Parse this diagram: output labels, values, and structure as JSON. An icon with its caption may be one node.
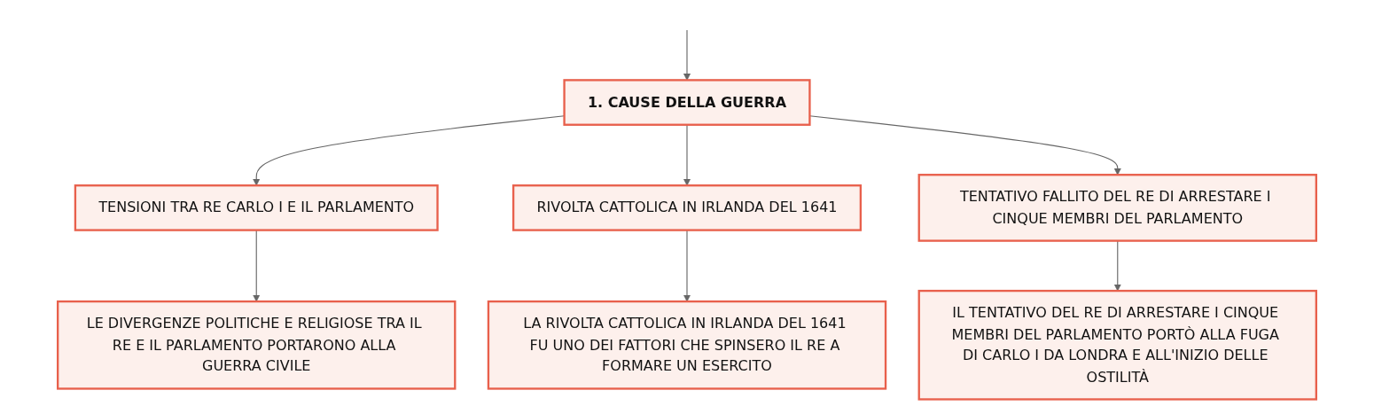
{
  "diagram": {
    "nodes": [
      {
        "text": [
          "1. CAUSE DELLA GUERRA"
        ]
      },
      {
        "text": [
          "TENSIONI TRA RE CARLO I E IL PARLAMENTO"
        ]
      },
      {
        "text": [
          "RIVOLTA CATTOLICA IN IRLANDA DEL 1641"
        ]
      },
      {
        "text": [
          "TENTATIVO FALLITO DEL RE DI ARRESTARE I CINQUE MEMBRI DEL PARLAMENTO"
        ]
      },
      {
        "text": [
          "LE DIVERGENZE POLITICHE E RELIGIOSE TRA IL RE E IL PARLAMENTO PORTARONO ALLA GUERRA CIVILE"
        ]
      },
      {
        "text": [
          "LA RIVOLTA CATTOLICA IN IRLANDA DEL 1641 FU UNO DEI FATTORI CHE SPINSERO IL RE A FORMARE UN ESERCITO"
        ]
      },
      {
        "text": [
          "IL TENTATIVO DEL RE DI ARRESTARE I CINQUE MEMBRI DEL PARLAMENTO PORTÒ ALLA FUGA DI CARLO I DA LONDRA E ALL'INIZIO DELLE OSTILITÀ"
        ]
      }
    ],
    "edges": [
      {
        "from": null,
        "to": 0,
        "arrow": "to"
      },
      {
        "from": 0,
        "to": 1,
        "arrow": "to"
      },
      {
        "from": 0,
        "to": 2,
        "arrow": "to"
      },
      {
        "from": 0,
        "to": 3,
        "arrow": "to"
      },
      {
        "from": 1,
        "to": 4,
        "arrow": "to"
      },
      {
        "from": 2,
        "to": 5,
        "arrow": "to"
      },
      {
        "from": 3,
        "to": 6,
        "arrow": "to"
      }
    ]
  }
}
